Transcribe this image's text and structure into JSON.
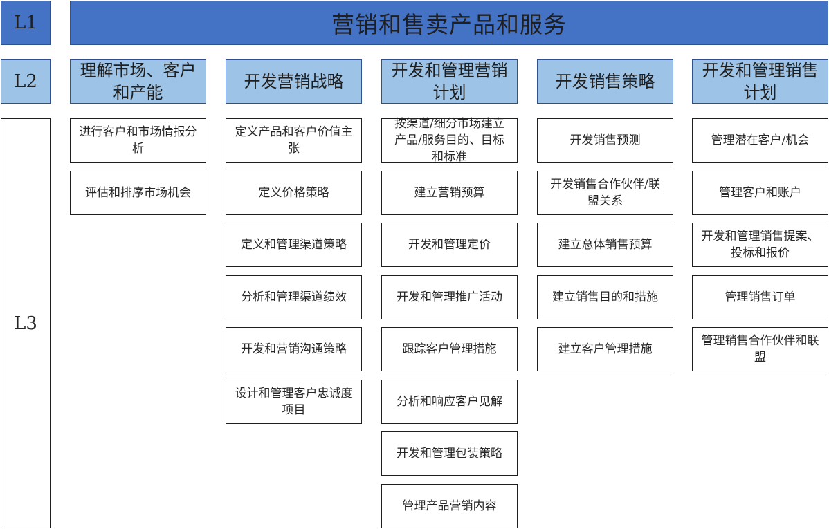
{
  "levels": {
    "l1": "L1",
    "l2": "L2",
    "l3": "L3"
  },
  "title": "营销和售卖产品和服务",
  "columns": [
    {
      "header": "理解市场、客户和产能",
      "items": [
        "进行客户和市场情报分析",
        "评估和排序市场机会"
      ]
    },
    {
      "header": "开发营销战略",
      "items": [
        "定义产品和客户价值主张",
        "定义价格策略",
        "定义和管理渠道策略",
        "分析和管理渠道绩效",
        "开发和营销沟通策略",
        "设计和管理客户忠诚度项目"
      ]
    },
    {
      "header": "开发和管理营销计划",
      "items": [
        "按渠道/细分市场建立产品/服务目的、目标和标准",
        "建立营销预算",
        "开发和管理定价",
        "开发和管理推广活动",
        "跟踪客户管理措施",
        "分析和响应客户见解",
        "开发和管理包装策略",
        "管理产品营销内容"
      ]
    },
    {
      "header": "开发销售策略",
      "items": [
        "开发销售预测",
        "开发销售合作伙伴/联盟关系",
        "建立总体销售预算",
        "建立销售目的和措施",
        "建立客户管理措施"
      ]
    },
    {
      "header": "开发和管理销售计划",
      "items": [
        "管理潜在客户/机会",
        "管理客户和账户",
        "开发和管理销售提案、投标和报价",
        "管理销售订单",
        "管理销售合作伙伴和联盟"
      ]
    }
  ]
}
